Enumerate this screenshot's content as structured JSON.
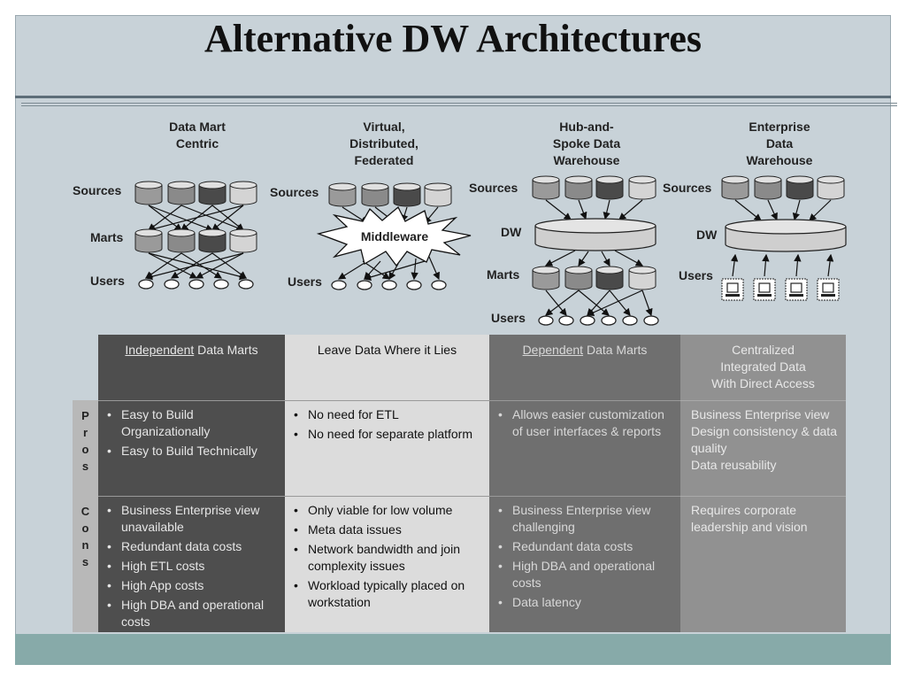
{
  "title": "Alternative DW Architectures",
  "diagrams": {
    "col1": {
      "title": [
        "Data Mart",
        "Centric"
      ],
      "sources": "Sources",
      "marts": "Marts",
      "users": "Users"
    },
    "col2": {
      "title": [
        "Virtual,",
        "Distributed,",
        "Federated"
      ],
      "sources": "Sources",
      "middleware": "Middleware",
      "users": "Users"
    },
    "col3": {
      "title": [
        "Hub-and-",
        "Spoke Data",
        "Warehouse"
      ],
      "sources": "Sources",
      "dw": "DW",
      "marts": "Marts",
      "users": "Users"
    },
    "col4": {
      "title": [
        "Enterprise",
        "Data",
        "Warehouse"
      ],
      "sources": "Sources",
      "dw": "DW",
      "users": "Users"
    }
  },
  "table": {
    "headers": [
      {
        "underlined": "Independent",
        "rest": " Data Marts"
      },
      {
        "text": "Leave Data Where it Lies"
      },
      {
        "underlined": "Dependent",
        "rest": " Data Marts"
      },
      {
        "lines": [
          "Centralized",
          "Integrated Data",
          "With Direct Access"
        ]
      }
    ],
    "pros_label": [
      "P",
      "r",
      "o",
      "s"
    ],
    "cons_label": [
      "C",
      "o",
      "n",
      "s"
    ],
    "pros": [
      [
        "Easy to Build Organizationally",
        "Easy to Build Technically"
      ],
      [
        "No need for ETL",
        "No need for separate platform"
      ],
      [
        "Allows easier customization of user interfaces & reports"
      ],
      [
        "Business Enterprise view",
        "Design consistency & data quality",
        "Data reusability"
      ]
    ],
    "cons": [
      [
        "Business Enterprise view unavailable",
        "Redundant data costs",
        "High ETL costs",
        "High App costs",
        "High DBA and operational costs"
      ],
      [
        "Only viable for low volume",
        "Meta data issues",
        "Network bandwidth and join complexity issues",
        "Workload typically placed on workstation"
      ],
      [
        "Business Enterprise view challenging",
        "Redundant data costs",
        "High DBA and operational costs",
        "Data latency"
      ],
      [
        "Requires corporate leadership and vision"
      ]
    ]
  }
}
